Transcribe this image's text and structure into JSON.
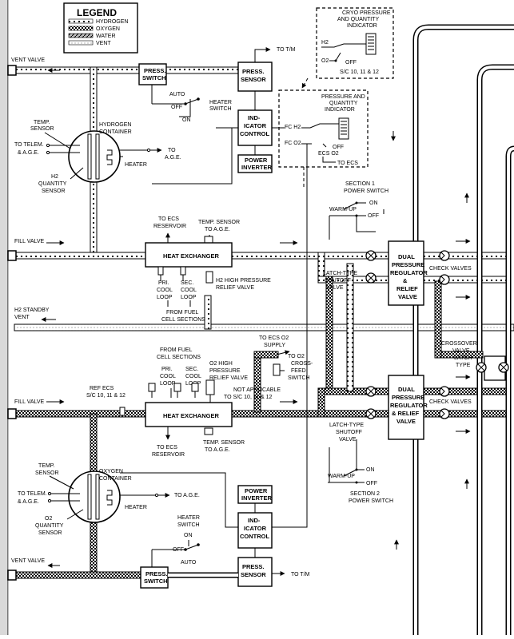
{
  "legend": {
    "title": "LEGEND",
    "items": [
      "HYDROGEN",
      "OXYGEN",
      "WATER",
      "VENT"
    ]
  },
  "labels": {
    "to_tm_top": "TO T/M",
    "to_tm_bottom": "TO T/M",
    "cryo_title": [
      "CRYO PRESSURE",
      "AND QUANTITY",
      "INDICATOR"
    ],
    "cryo_h2": "H2",
    "cryo_o2": "O2",
    "cryo_off": "OFF",
    "cryo_sc": "S/C 10, 11 & 12",
    "vent_valve_top": "VENT VALVE",
    "press_switch_top": [
      "PRESS.",
      "SWITCH"
    ],
    "press_sensor_top": [
      "PRESS.",
      "SENSOR"
    ],
    "auto_top": "AUTO",
    "off_top": "OFF",
    "on_top": "ON",
    "heater_switch_top": [
      "HEATER",
      "SWITCH"
    ],
    "pq_title": [
      "PRESSURE AND",
      "QUANTITY",
      "INDICATOR"
    ],
    "fc_h2": "FC H2",
    "fc_o2": "FC O2",
    "ecs_o2": "ECS O2",
    "pq_off": "OFF",
    "to_ecs": "TO ECS",
    "indicator_control_top": [
      "IND-",
      "ICATOR",
      "CONTROL"
    ],
    "power_inverter_top": [
      "POWER",
      "INVERTER"
    ],
    "temp_sensor_h2": [
      "TEMP.",
      "SENSOR"
    ],
    "to_telem_top": [
      "TO TELEM.",
      "& A.G.E."
    ],
    "hydrogen_container": [
      "HYDROGEN",
      "CONTAINER"
    ],
    "heater_h2": "HEATER",
    "to_age_top": [
      "TO",
      "A.G.E."
    ],
    "h2_quantity_sensor": [
      "H2",
      "QUANTITY",
      "SENSOR"
    ],
    "section1_power": [
      "SECTION 1",
      "POWER SWITCH"
    ],
    "warm_up_top": "WARM-UP",
    "on_s1": "ON",
    "off_s1": "OFF",
    "to_ecs_reservoir_top": [
      "TO ECS",
      "RESERVOIR"
    ],
    "temp_sensor_to_age_top": [
      "TEMP. SENSOR",
      "TO A.G.E."
    ],
    "fill_valve_top": "FILL VALVE",
    "heat_exchanger_top": "HEAT EXCHANGER",
    "pri_cool_loop_top": [
      "PRI.",
      "COOL",
      "LOOP"
    ],
    "sec_cool_loop_top": [
      "SEC.",
      "COOL",
      "LOOP"
    ],
    "h2_high_pressure": [
      "H2 HIGH PRESSURE",
      "RELIEF VALVE"
    ],
    "from_fuel_cell_top": [
      "FROM FUEL",
      "CELL SECTIONS"
    ],
    "latch_type_top": [
      "LATCH-TYPE",
      "SHUTOFF",
      "VALVE"
    ],
    "dual_reg_top": [
      "DUAL",
      "PRESSURE",
      "REGULATOR",
      "&",
      "RELIEF",
      "VALVE"
    ],
    "check_valves_top": "CHECK VALVES",
    "h2_standby_vent": [
      "H2 STANDBY",
      "VENT"
    ],
    "to_ecs_o2_supply": [
      "TO ECS O2",
      "SUPPLY"
    ],
    "to_o2_crossfeed": [
      "TO O2",
      "CROSS-",
      "FEED",
      "SWITCH"
    ],
    "crossover_valve": [
      "CROSSOVER",
      "VALVE",
      "LATCH-",
      "TYPE"
    ],
    "from_fuel_cell_bottom": [
      "FROM FUEL",
      "CELL SECTIONS"
    ],
    "pri_cool_loop_bottom": [
      "PRI.",
      "COOL",
      "LOOP"
    ],
    "sec_cool_loop_bottom": [
      "SEC.",
      "COOL",
      "LOOP"
    ],
    "o2_high_pressure": [
      "O2 HIGH",
      "PRESSURE",
      "RELIEF VALVE"
    ],
    "not_applicable": [
      "NOT APPLICABLE",
      "TO S/C 10, 11 & 12"
    ],
    "ref_ecs": [
      "REF ECS",
      "S/C 10, 11 & 12"
    ],
    "fill_valve_bottom": "FILL VALVE",
    "heat_exchanger_bottom": "HEAT EXCHANGER",
    "to_ecs_reservoir_bottom": [
      "TO ECS",
      "RESERVOIR"
    ],
    "temp_sensor_to_age_bottom": [
      "TEMP. SENSOR",
      "TO A.G.E."
    ],
    "dual_reg_bottom": [
      "DUAL",
      "PRESSURE",
      "REGULATOR",
      "& RELIEF",
      "VALVE"
    ],
    "check_valves_bottom": "CHECK VALVES",
    "latch_type_bottom": [
      "LATCH-TYPE",
      "SHUTOFF",
      "VALVE"
    ],
    "temp_sensor_o2": [
      "TEMP.",
      "SENSOR"
    ],
    "oxygen_container": [
      "OXYGEN",
      "CONTAINER"
    ],
    "to_telem_bottom": [
      "TO TELEM.",
      "& A.G.E."
    ],
    "heater_o2": "HEATER",
    "o2_quantity_sensor": [
      "O2",
      "QUANTITY",
      "SENSOR"
    ],
    "to_age_bottom": "TO A.G.E.",
    "power_inverter_bottom": [
      "POWER",
      "INVERTER"
    ],
    "indicator_control_bottom": [
      "IND-",
      "ICATOR",
      "CONTROL"
    ],
    "heater_switch_bottom": [
      "HEATER",
      "SWITCH"
    ],
    "on_bottom": "ON",
    "off_bottom": "OFF",
    "auto_bottom": "AUTO",
    "warm_up_bottom": "WARM-UP",
    "on_s2": "ON",
    "off_s2": "OFF",
    "section2_power": [
      "SECTION 2",
      "POWER SWITCH"
    ],
    "vent_valve_bottom": "VENT VALVE",
    "press_switch_bottom": [
      "PRESS.",
      "SWITCH"
    ],
    "press_sensor_bottom": [
      "PRESS.",
      "SENSOR"
    ]
  }
}
